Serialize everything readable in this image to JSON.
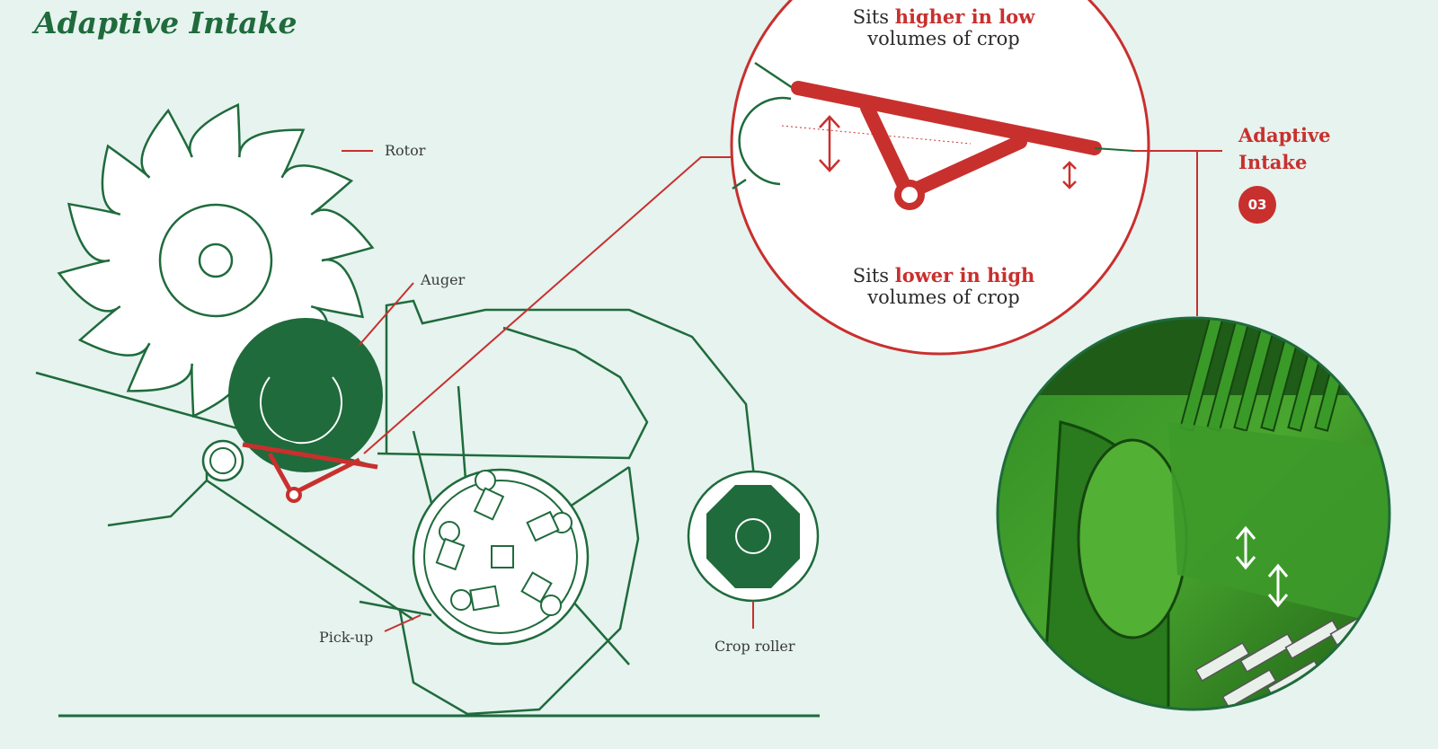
{
  "title": "Adaptive Intake",
  "labels": {
    "rotor": "Rotor",
    "auger": "Auger",
    "pickup": "Pick-up",
    "crop_roller": "Crop roller"
  },
  "zoom": {
    "top_prefix": "Sits ",
    "top_highlight": "higher in low",
    "top_suffix": "volumes of crop",
    "bottom_prefix": "Sits ",
    "bottom_highlight": "lower in high",
    "bottom_suffix": "volumes of crop"
  },
  "callout": {
    "line1": "Adaptive",
    "line2": "Intake",
    "badge": "03"
  },
  "colors": {
    "green": "#1f6b3c",
    "red": "#c8302e",
    "background": "#e6f3ef"
  }
}
